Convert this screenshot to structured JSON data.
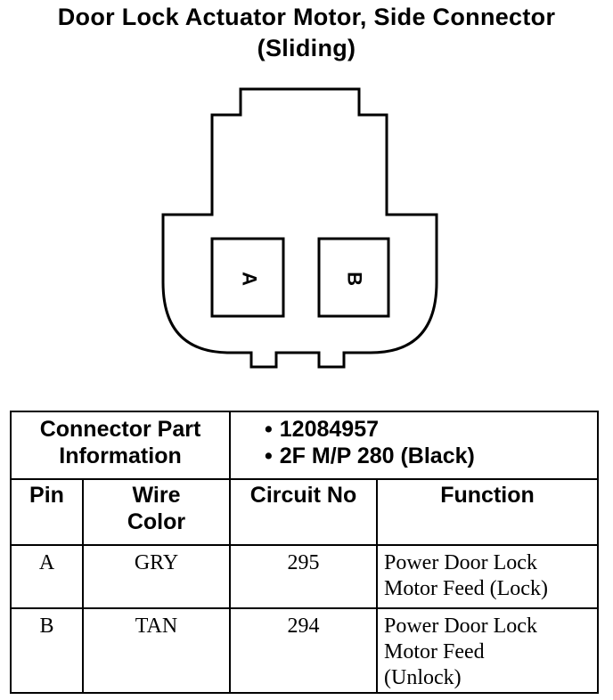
{
  "title": {
    "line1": "Door Lock Actuator Motor, Side Connector",
    "line2": "(Sliding)"
  },
  "connector": {
    "cavity_a": "A",
    "cavity_b": "B"
  },
  "part_info": {
    "label_line1": "Connector Part",
    "label_line2": "Information",
    "part_number": "12084957",
    "description": "2F M/P 280 (Black)"
  },
  "columns": {
    "pin": "Pin",
    "wire_color_line1": "Wire",
    "wire_color_line2": "Color",
    "circuit_no": "Circuit No",
    "function": "Function"
  },
  "rows": [
    {
      "pin": "A",
      "wire_color": "GRY",
      "circuit": "295",
      "function_lines": [
        "Power Door Lock",
        "Motor Feed (Lock)"
      ]
    },
    {
      "pin": "B",
      "wire_color": "TAN",
      "circuit": "294",
      "function_lines": [
        "Power Door Lock",
        "Motor Feed",
        "(Unlock)"
      ]
    }
  ]
}
